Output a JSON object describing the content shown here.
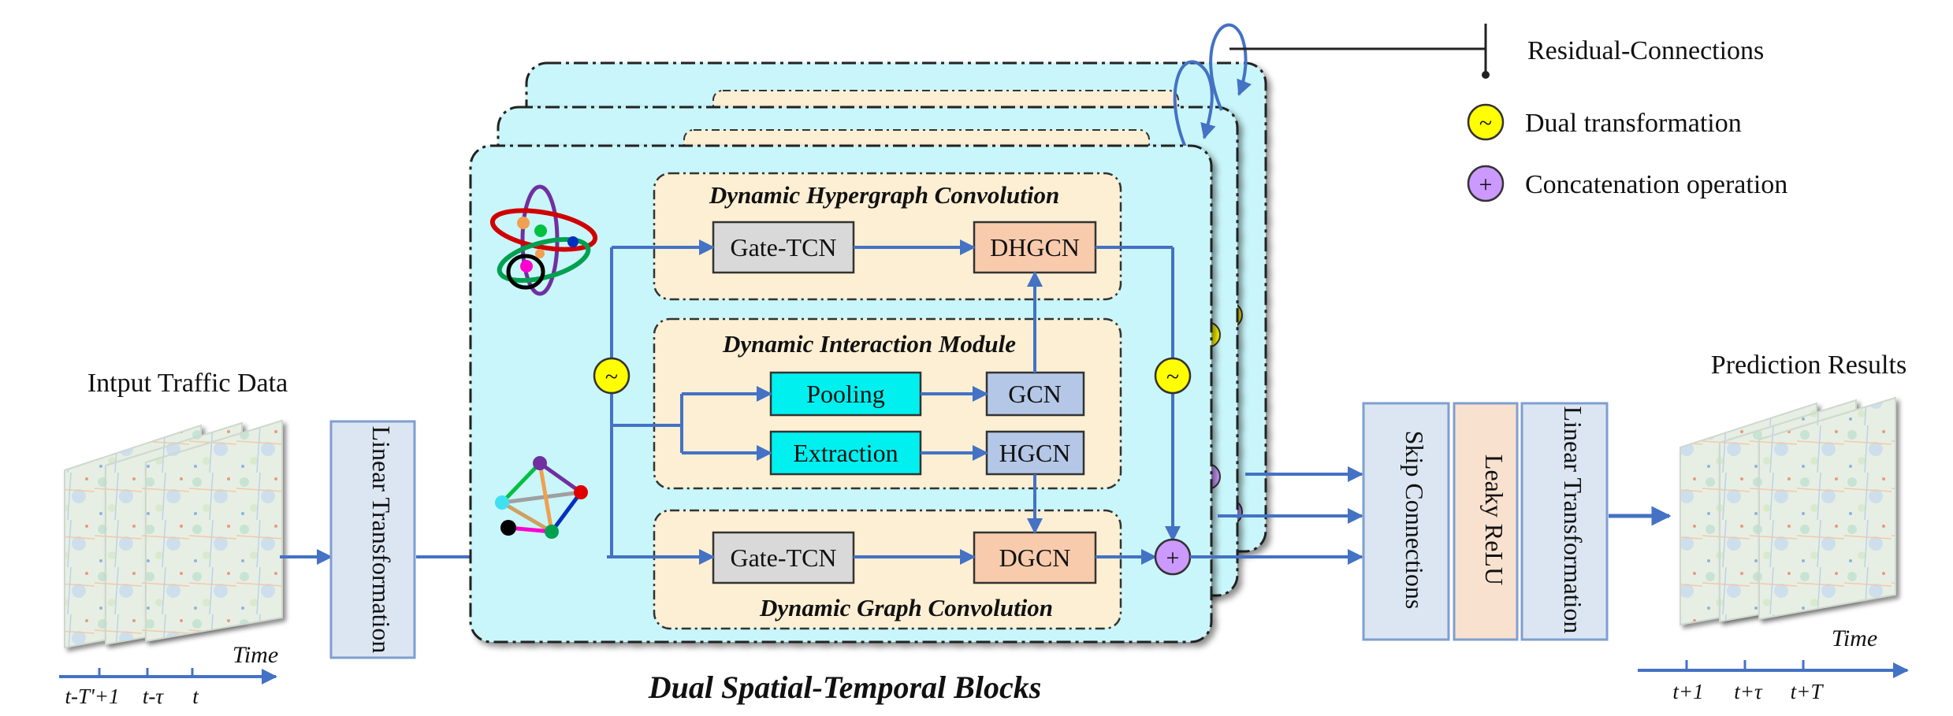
{
  "input": {
    "title": "Intput Traffic Data",
    "axis_label": "Time",
    "ticks": [
      "t-T'+1",
      "t-τ",
      "t"
    ]
  },
  "linear_transformation_left": "Linear Transformation",
  "block": {
    "caption": "Dual Spatial-Temporal Blocks",
    "hypergraph_title": "Dynamic Hypergraph Convolution",
    "interaction_title": "Dynamic Interaction Module",
    "graph_title": "Dynamic Graph Convolution",
    "gate_tcn_top": "Gate-TCN",
    "dhgcn": "DHGCN",
    "pooling": "Pooling",
    "gcn": "GCN",
    "extraction": "Extraction",
    "hgcn": "HGCN",
    "gate_tcn_bottom": "Gate-TCN",
    "dgcn": "DGCN",
    "dual_symbol": "~",
    "concat_symbol": "+"
  },
  "legend": {
    "residual": "Residual-Connections",
    "dual": "Dual transformation",
    "concat": "Concatenation operation"
  },
  "output_stack": {
    "skip": "Skip Connections",
    "leaky": "Leaky ReLU",
    "linear": "Linear Transformation"
  },
  "output": {
    "title": "Prediction Results",
    "axis_label": "Time",
    "ticks": [
      "t+1",
      "t+τ",
      "t+T"
    ]
  },
  "colors": {
    "arrow": "#4472c4",
    "block_fill": "#c9f6fa",
    "module_fill": "#fdefd3",
    "cyan_box": "#00f0f0",
    "gate_fill": "#d9d9d9",
    "dhgcn_fill": "#f8cbad",
    "gcn_fill": "#b4c7e7",
    "side_fill": "#dce6f2",
    "dual_fill": "#ffff00",
    "concat_fill": "#cc99ff"
  }
}
